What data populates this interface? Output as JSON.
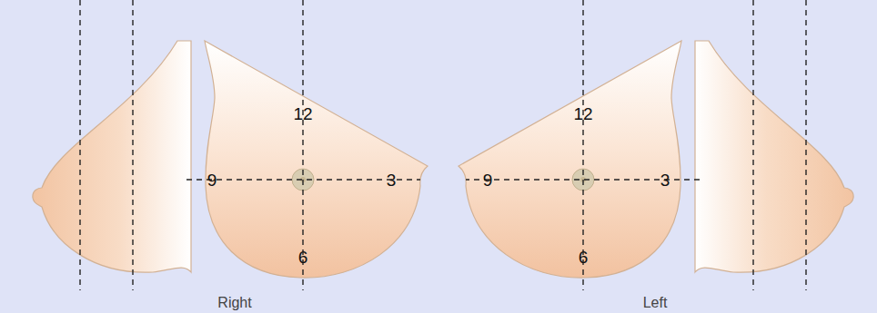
{
  "diagram": {
    "labels": [
      "12",
      "9",
      "3",
      "6",
      "Right",
      "12",
      "9",
      "3",
      "6",
      "Left"
    ]
  }
}
